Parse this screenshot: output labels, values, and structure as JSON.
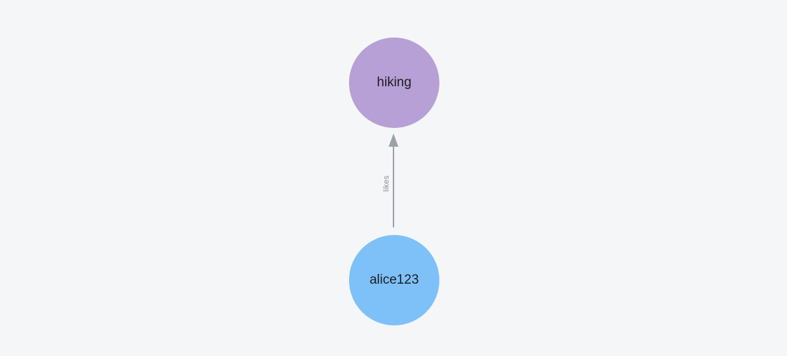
{
  "canvas": {
    "background_color": "#f5f6f7"
  },
  "graph": {
    "nodes": [
      {
        "id": "hiking",
        "label": "hiking",
        "color": "#b6a0d5",
        "text_color": "#1d1d1f"
      },
      {
        "id": "alice123",
        "label": "alice123",
        "color": "#7dc1f8",
        "text_color": "#1d1d1f"
      }
    ],
    "edges": [
      {
        "label": "likes",
        "from": "alice123",
        "to": "hiking",
        "direction": "up",
        "color": "#9aa1ac",
        "label_color": "#8d8d92"
      }
    ]
  }
}
